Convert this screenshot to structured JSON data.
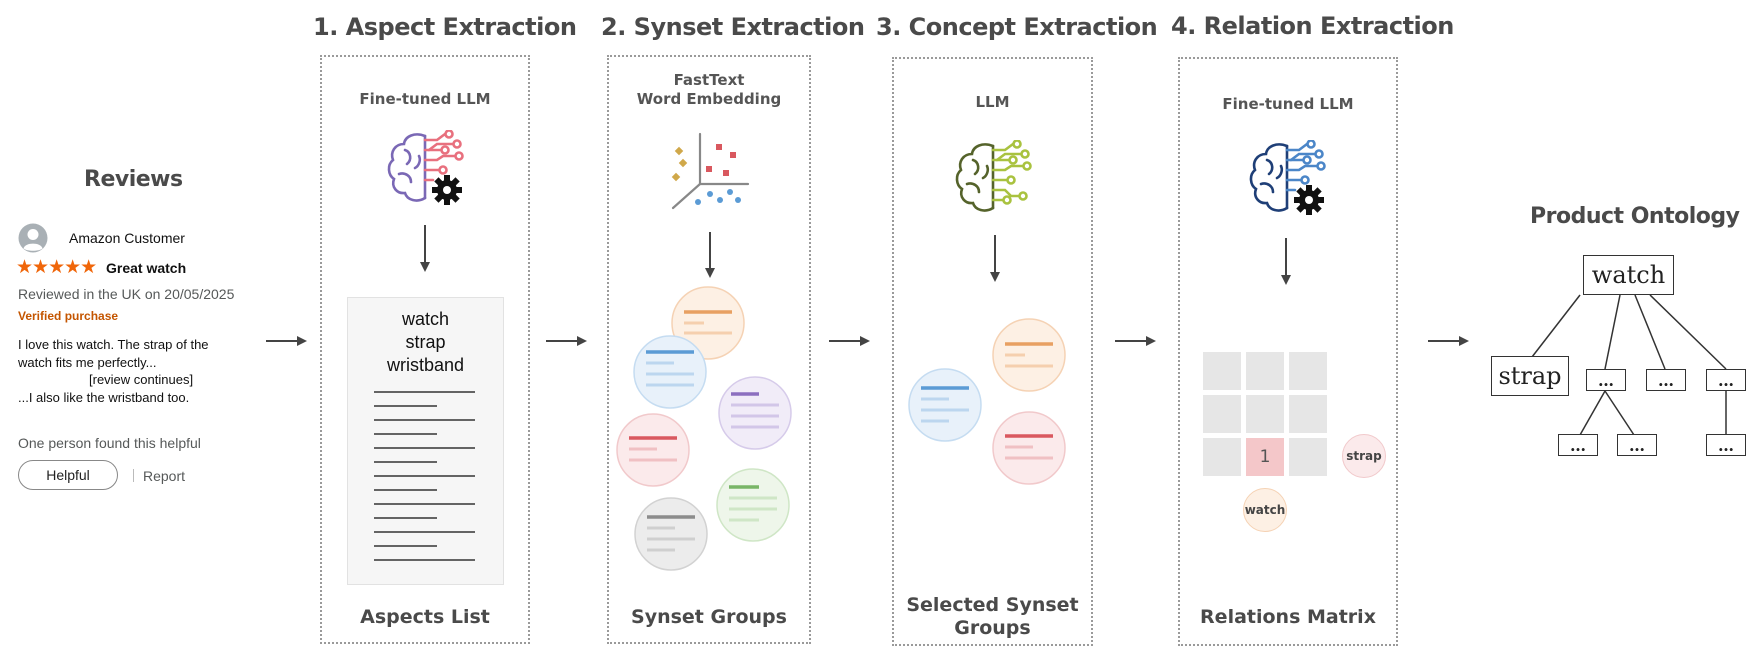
{
  "review": {
    "title": "Reviews",
    "customer": "Amazon Customer",
    "stars": "★★★★★",
    "headline": "Great watch",
    "meta": "Reviewed in the UK on 20/05/2025",
    "verified": "Verified purchase",
    "body_line1": "I love this watch. The strap of the",
    "body_line2": "watch fits me perfectly...",
    "body_line3": "[review continues]",
    "body_line4": "...I also like the wristband too.",
    "helpful_text": "One person found this helpful",
    "helpful_button": "Helpful",
    "report_link": "Report"
  },
  "stages": [
    {
      "title": "1. Aspect Extraction",
      "model": "Fine-tuned LLM",
      "caption": "Aspects List"
    },
    {
      "title": "2. Synset Extraction",
      "model_line1": "FastText",
      "model_line2": "Word Embedding",
      "caption": "Synset Groups"
    },
    {
      "title": "3. Concept Extraction",
      "model": "LLM",
      "caption_line1": "Selected Synset",
      "caption_line2": "Groups"
    },
    {
      "title": "4. Relation Extraction",
      "model": "Fine-tuned LLM",
      "caption": "Relations Matrix"
    }
  ],
  "aspects": [
    "watch",
    "strap",
    "wristband"
  ],
  "matrix": {
    "value": "1",
    "row_label": "strap",
    "col_label": "watch"
  },
  "ontology": {
    "title": "Product Ontology",
    "root": "watch",
    "child": "strap",
    "ellipsis": "…"
  },
  "colors": {
    "orange": "#e8a062",
    "blue": "#5b9bd5",
    "purple": "#8c6fbf",
    "red": "#d9585f",
    "green": "#79b567",
    "gray": "#8c8c8c",
    "star": "#f0660a",
    "verified": "#c45500"
  },
  "icons": [
    "brain-gear-icon",
    "scatter-embedding-icon",
    "brain-circuit-icon",
    "user-avatar-icon"
  ]
}
